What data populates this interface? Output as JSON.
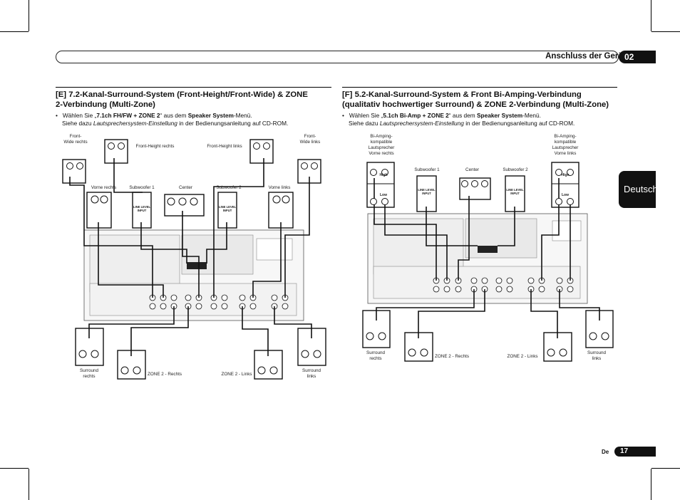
{
  "header": {
    "title": "Anschluss der Geräte",
    "chapter": "02",
    "language_tab": "Deutsch"
  },
  "footer": {
    "lang_code": "De",
    "page_number": "17"
  },
  "section_e": {
    "title_line1": "[E] 7.2-Kanal-Surround-System (Front-Height/Front-Wide) & ZONE",
    "title_line2": "2-Verbindung (Multi-Zone)",
    "bullet_pre": "Wählen Sie „",
    "bullet_setting": "7.1ch FH/FW + ZONE 2",
    "bullet_mid": "“ aus dem ",
    "bullet_menu": "Speaker System",
    "bullet_post": "-Menü.",
    "line2_pre": "Siehe dazu ",
    "line2_ref": "Lautsprechersystem-Einstellung",
    "line2_post": " in der Bedienungsanleitung auf CD-ROM.",
    "labels": {
      "front_wide_right": "Front-\nWide rechts",
      "front_height_right": "Front-Height rechts",
      "front_height_left": "Front-Height links",
      "front_wide_left": "Front-\nWide links",
      "front_right": "Vorne rechts",
      "subwoofer1": "Subwoofer 1",
      "center": "Center",
      "subwoofer2": "Subwoofer 2",
      "front_left": "Vorne links",
      "surround_right": "Surround\nrechts",
      "zone2_right": "ZONE 2 - Rechts",
      "zone2_left": "ZONE 2 - Links",
      "surround_left": "Surround\nlinks",
      "line_level_input": "LINE LEVEL\nINPUT"
    }
  },
  "section_f": {
    "title_line1": "[F] 5.2-Kanal-Surround-System & Front Bi-Amping-Verbindung",
    "title_line2": "(qualitativ hochwertiger Surround) & ZONE 2-Verbindung (Multi-Zone)",
    "bullet_pre": "Wählen Sie „",
    "bullet_setting": "5.1ch Bi-Amp + ZONE 2",
    "bullet_mid": "“ aus dem ",
    "bullet_menu": "Speaker System",
    "bullet_post": "-Menü.",
    "line2_pre": "Siehe dazu ",
    "line2_ref": "Lautsprechersystem-Einstellung",
    "line2_post": " in der Bedienungsanleitung auf CD-ROM.",
    "labels": {
      "biamp_front_right": "Bi-Amping-\nkompatible\nLautsprecher\nVorne rechts",
      "subwoofer1": "Subwoofer 1",
      "center": "Center",
      "subwoofer2": "Subwoofer 2",
      "biamp_front_left": "Bi-Amping-\nkompatible\nLautsprecher\nVorne links",
      "high": "High",
      "low": "Low",
      "surround_right": "Surround\nrechts",
      "zone2_right": "ZONE 2 - Rechts",
      "zone2_left": "ZONE 2 - Links",
      "surround_left": "Surround\nlinks",
      "line_level_input": "LINE LEVEL\nINPUT"
    }
  }
}
